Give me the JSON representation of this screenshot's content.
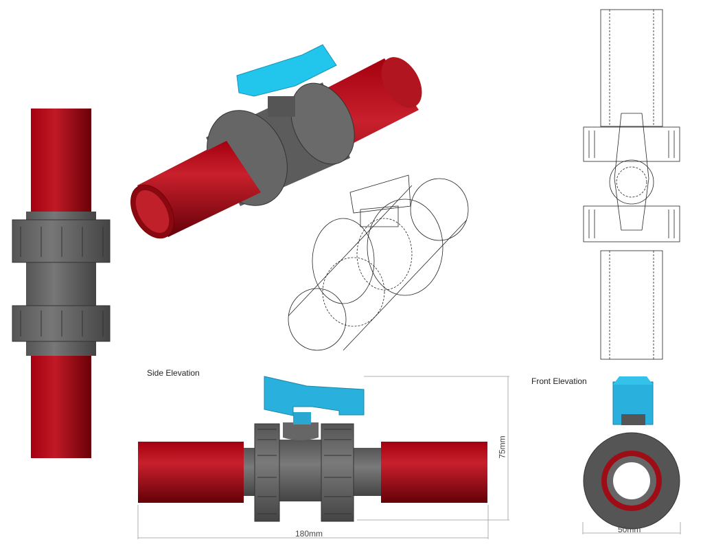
{
  "labels": {
    "side_elevation": "Side Elevation",
    "front_elevation": "Front Elevation"
  },
  "dimensions": {
    "length": "180mm",
    "height": "75mm",
    "width": "50mm"
  },
  "colors": {
    "pipe": "#b0101a",
    "pipe_dark": "#6e0008",
    "body": "#5a5a5a",
    "handle": "#1ea7d6"
  }
}
